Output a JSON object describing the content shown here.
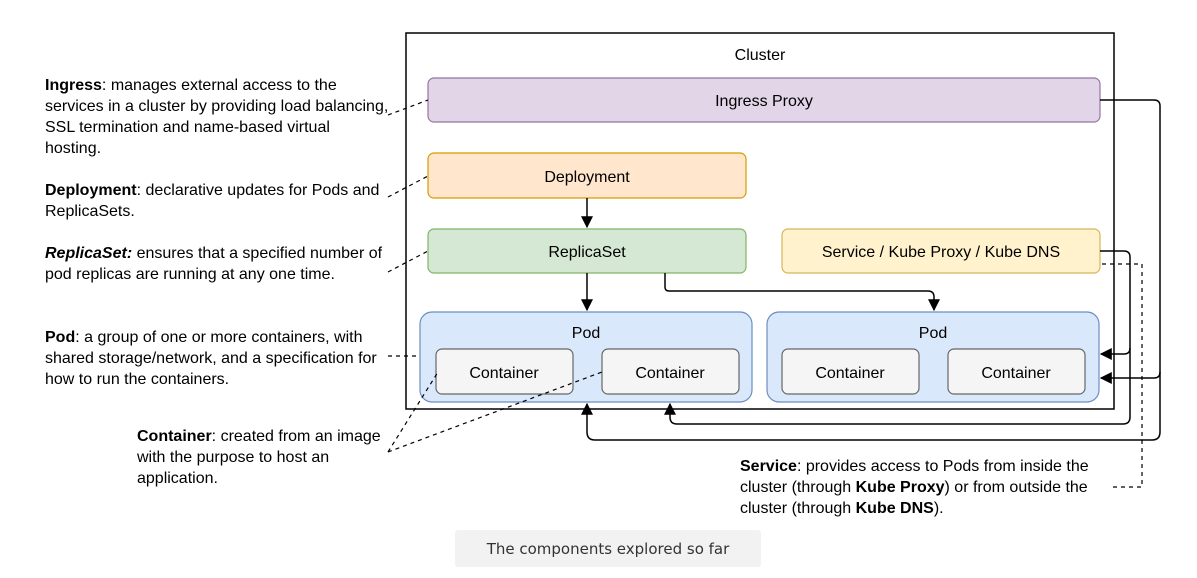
{
  "cluster": {
    "label": "Cluster"
  },
  "boxes": {
    "ingress_proxy": "Ingress Proxy",
    "deployment": "Deployment",
    "replicaset": "ReplicaSet",
    "service": "Service / Kube Proxy / Kube DNS",
    "pod_left": "Pod",
    "pod_right": "Pod",
    "container_1": "Container",
    "container_2": "Container",
    "container_3": "Container",
    "container_4": "Container"
  },
  "descriptions": {
    "ingress": {
      "term": "Ingress",
      "text": ": manages external access to the services in a cluster by providing load balancing, SSL termination and name-based virtual hosting."
    },
    "deployment": {
      "term": "Deployment",
      "text": ": declarative updates for Pods and ReplicaSets."
    },
    "replicaset": {
      "term": "ReplicaSet:",
      "text": " ensures that a specified number of pod replicas are running at any one time."
    },
    "pod": {
      "term": "Pod",
      "text": ": a group of one or more containers, with shared storage/network, and a specification for how to run the containers."
    },
    "container": {
      "term": "Container",
      "text": ": created from an image with the purpose to host an application."
    },
    "service": {
      "term": "Service",
      "text1": ": provides access to Pods from inside the cluster (through ",
      "term_kube_proxy": "Kube Proxy",
      "text2": ") or from outside the cluster (through ",
      "term_kube_dns": "Kube DNS",
      "text3": ")."
    }
  },
  "caption": "The components explored so far",
  "colors": {
    "ingress_fill": "#e1d5e7",
    "ingress_stroke": "#9673a6",
    "deployment_fill": "#ffe6cc",
    "deployment_stroke": "#d79b00",
    "replicaset_fill": "#d5e8d4",
    "replicaset_stroke": "#82b366",
    "service_fill": "#fff2cc",
    "service_stroke": "#d6b656",
    "pod_fill": "#dae8fc",
    "pod_stroke": "#6c8ebf",
    "container_fill": "#f5f5f5",
    "container_stroke": "#666666"
  }
}
